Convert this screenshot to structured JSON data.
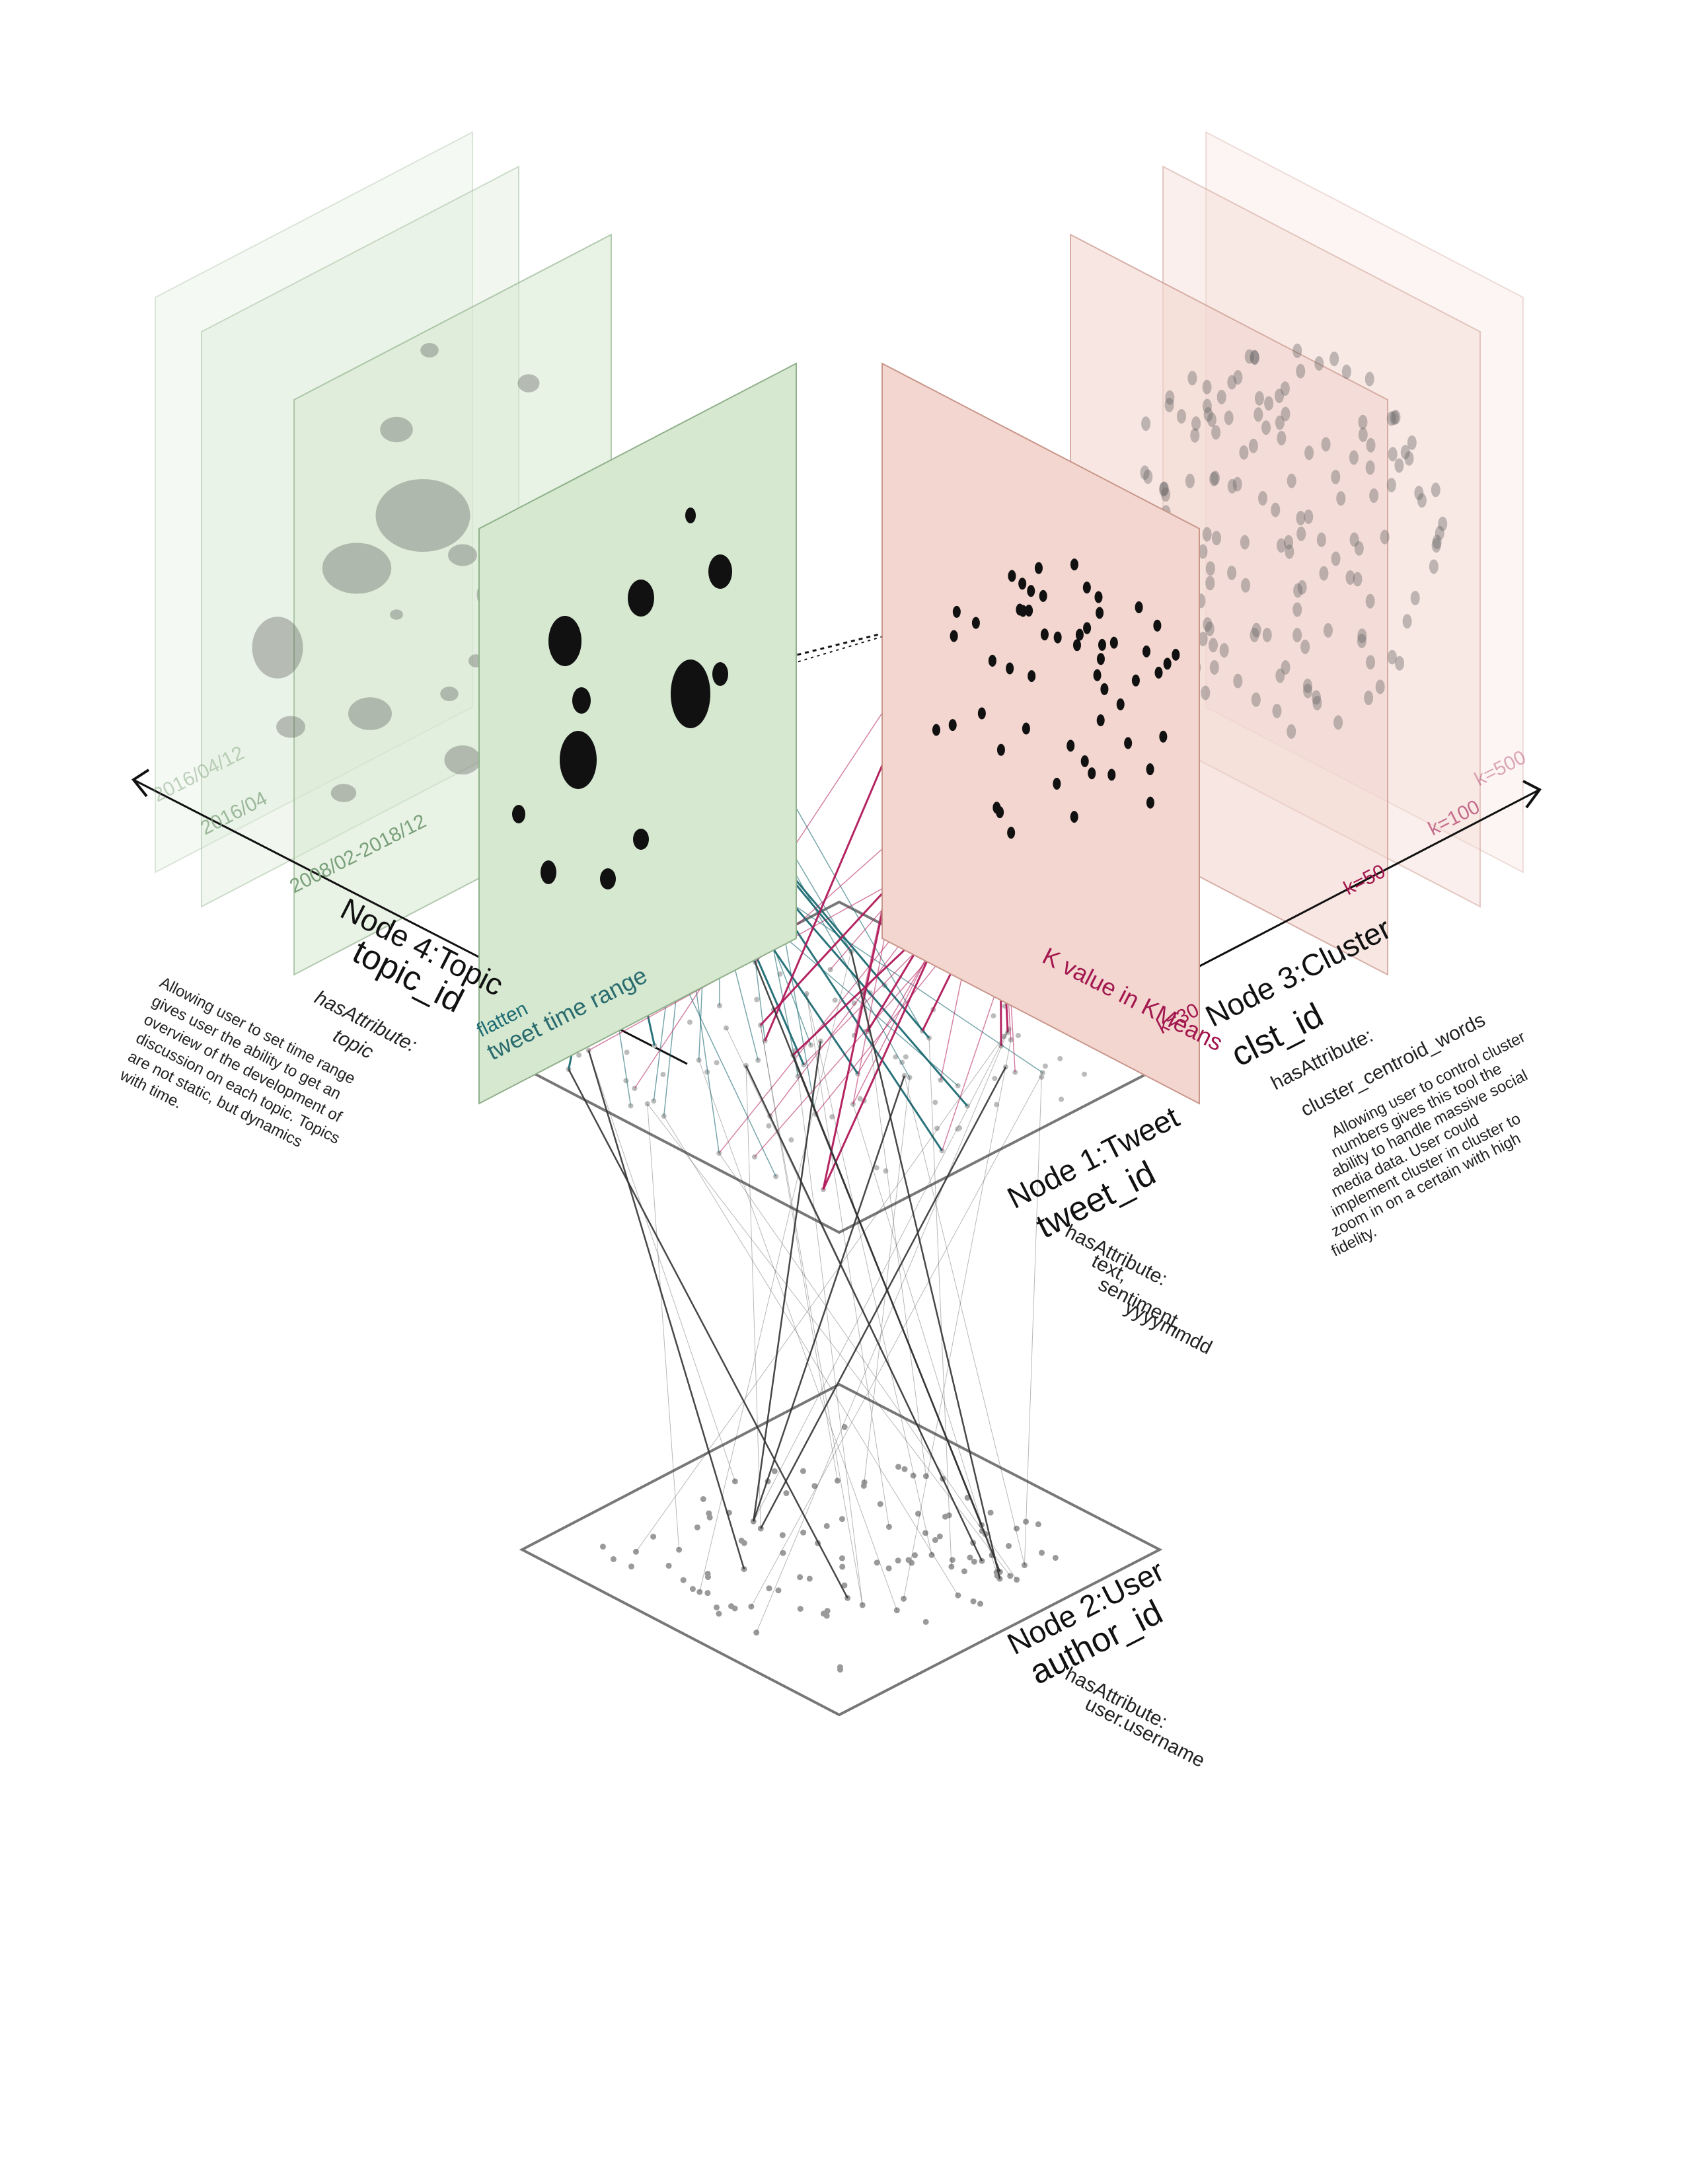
{
  "nodes": {
    "topic": {
      "title": "Node 4:Topic",
      "id_field": "topic_id",
      "attr_label": "hasAttribute:",
      "attr_values": "topic",
      "description": [
        "Allowing user to set time range",
        "gives user the ability to get an",
        "overview of the development of",
        "discussion on each topic. Topics",
        "are not static, but dynamics",
        "with time."
      ]
    },
    "cluster": {
      "title": "Node 3:Cluster",
      "id_field": "clst_id",
      "attr_label": "hasAttribute:",
      "attr_values": "cluster_centroid_words",
      "description": [
        "Allowing user to control cluster",
        "numbers gives this tool the",
        "ability to handle massive social",
        "media data. User could",
        "implement cluster in cluster to",
        "zoom in on a certain with high",
        "fidelity."
      ]
    },
    "tweet": {
      "title": "Node 1:Tweet",
      "id_field": "tweet_id",
      "attr_label": "hasAttribute:",
      "attr_values": [
        "text,",
        "sentiment,",
        "yyyymmdd"
      ]
    },
    "user": {
      "title": "Node 2:User",
      "id_field": "author_id",
      "attr_label": "hasAttribute:",
      "attr_values": "user.username"
    }
  },
  "topic_layers": {
    "parameter": "tweet time range",
    "front_tag": "flatten",
    "labels": [
      "2008/02-2018/12",
      "2016/04",
      "2016/04/12"
    ]
  },
  "cluster_layers": {
    "parameter": "K value in KMeans",
    "labels": [
      "k=30",
      "k=50",
      "k=100",
      "k=500"
    ]
  },
  "colors": {
    "topic_plane": "#d6e8d0",
    "cluster_plane": "#f2d6cf",
    "topic_edge": "#1e6b73",
    "cluster_edge": "#b0195a",
    "user_edge": "#333333",
    "frame": "#777777"
  }
}
